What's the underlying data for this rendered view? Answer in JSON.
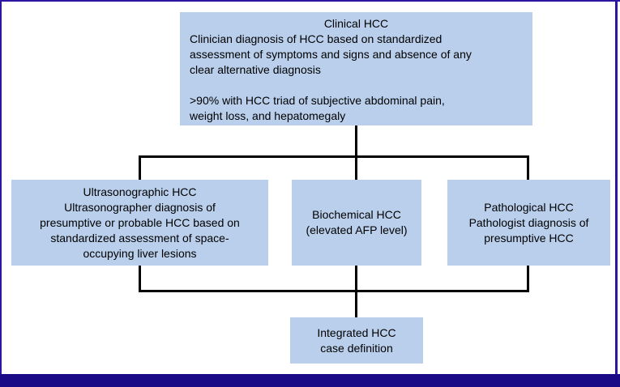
{
  "colors": {
    "box_fill": "#b9cfec",
    "connector_line": "#000000",
    "frame_border": "#2a16a0",
    "bottom_bar": "#1b0a86",
    "text": "#000000",
    "background": "#ffffff"
  },
  "diagram": {
    "clinical": {
      "title": "Clinical HCC",
      "lines": [
        "Clinician diagnosis of HCC based on standardized",
        "assessment of symptoms and signs and absence of any",
        "clear alternative diagnosis",
        ">90% with HCC triad of subjective abdominal pain,",
        "weight loss, and hepatomegaly"
      ]
    },
    "ultrasonographic": {
      "title": "Ultrasonographic HCC",
      "lines": [
        "Ultrasonographer diagnosis of",
        "presumptive or probable HCC based on",
        "standardized assessment of space-",
        "occupying liver lesions"
      ]
    },
    "biochemical": {
      "title": "Biochemical HCC",
      "lines": [
        "(elevated AFP level)"
      ]
    },
    "pathological": {
      "title": "Pathological HCC",
      "lines": [
        "Pathologist diagnosis of",
        "presumptive HCC"
      ]
    },
    "integrated": {
      "lines": [
        "Integrated HCC",
        "case definition"
      ]
    }
  }
}
